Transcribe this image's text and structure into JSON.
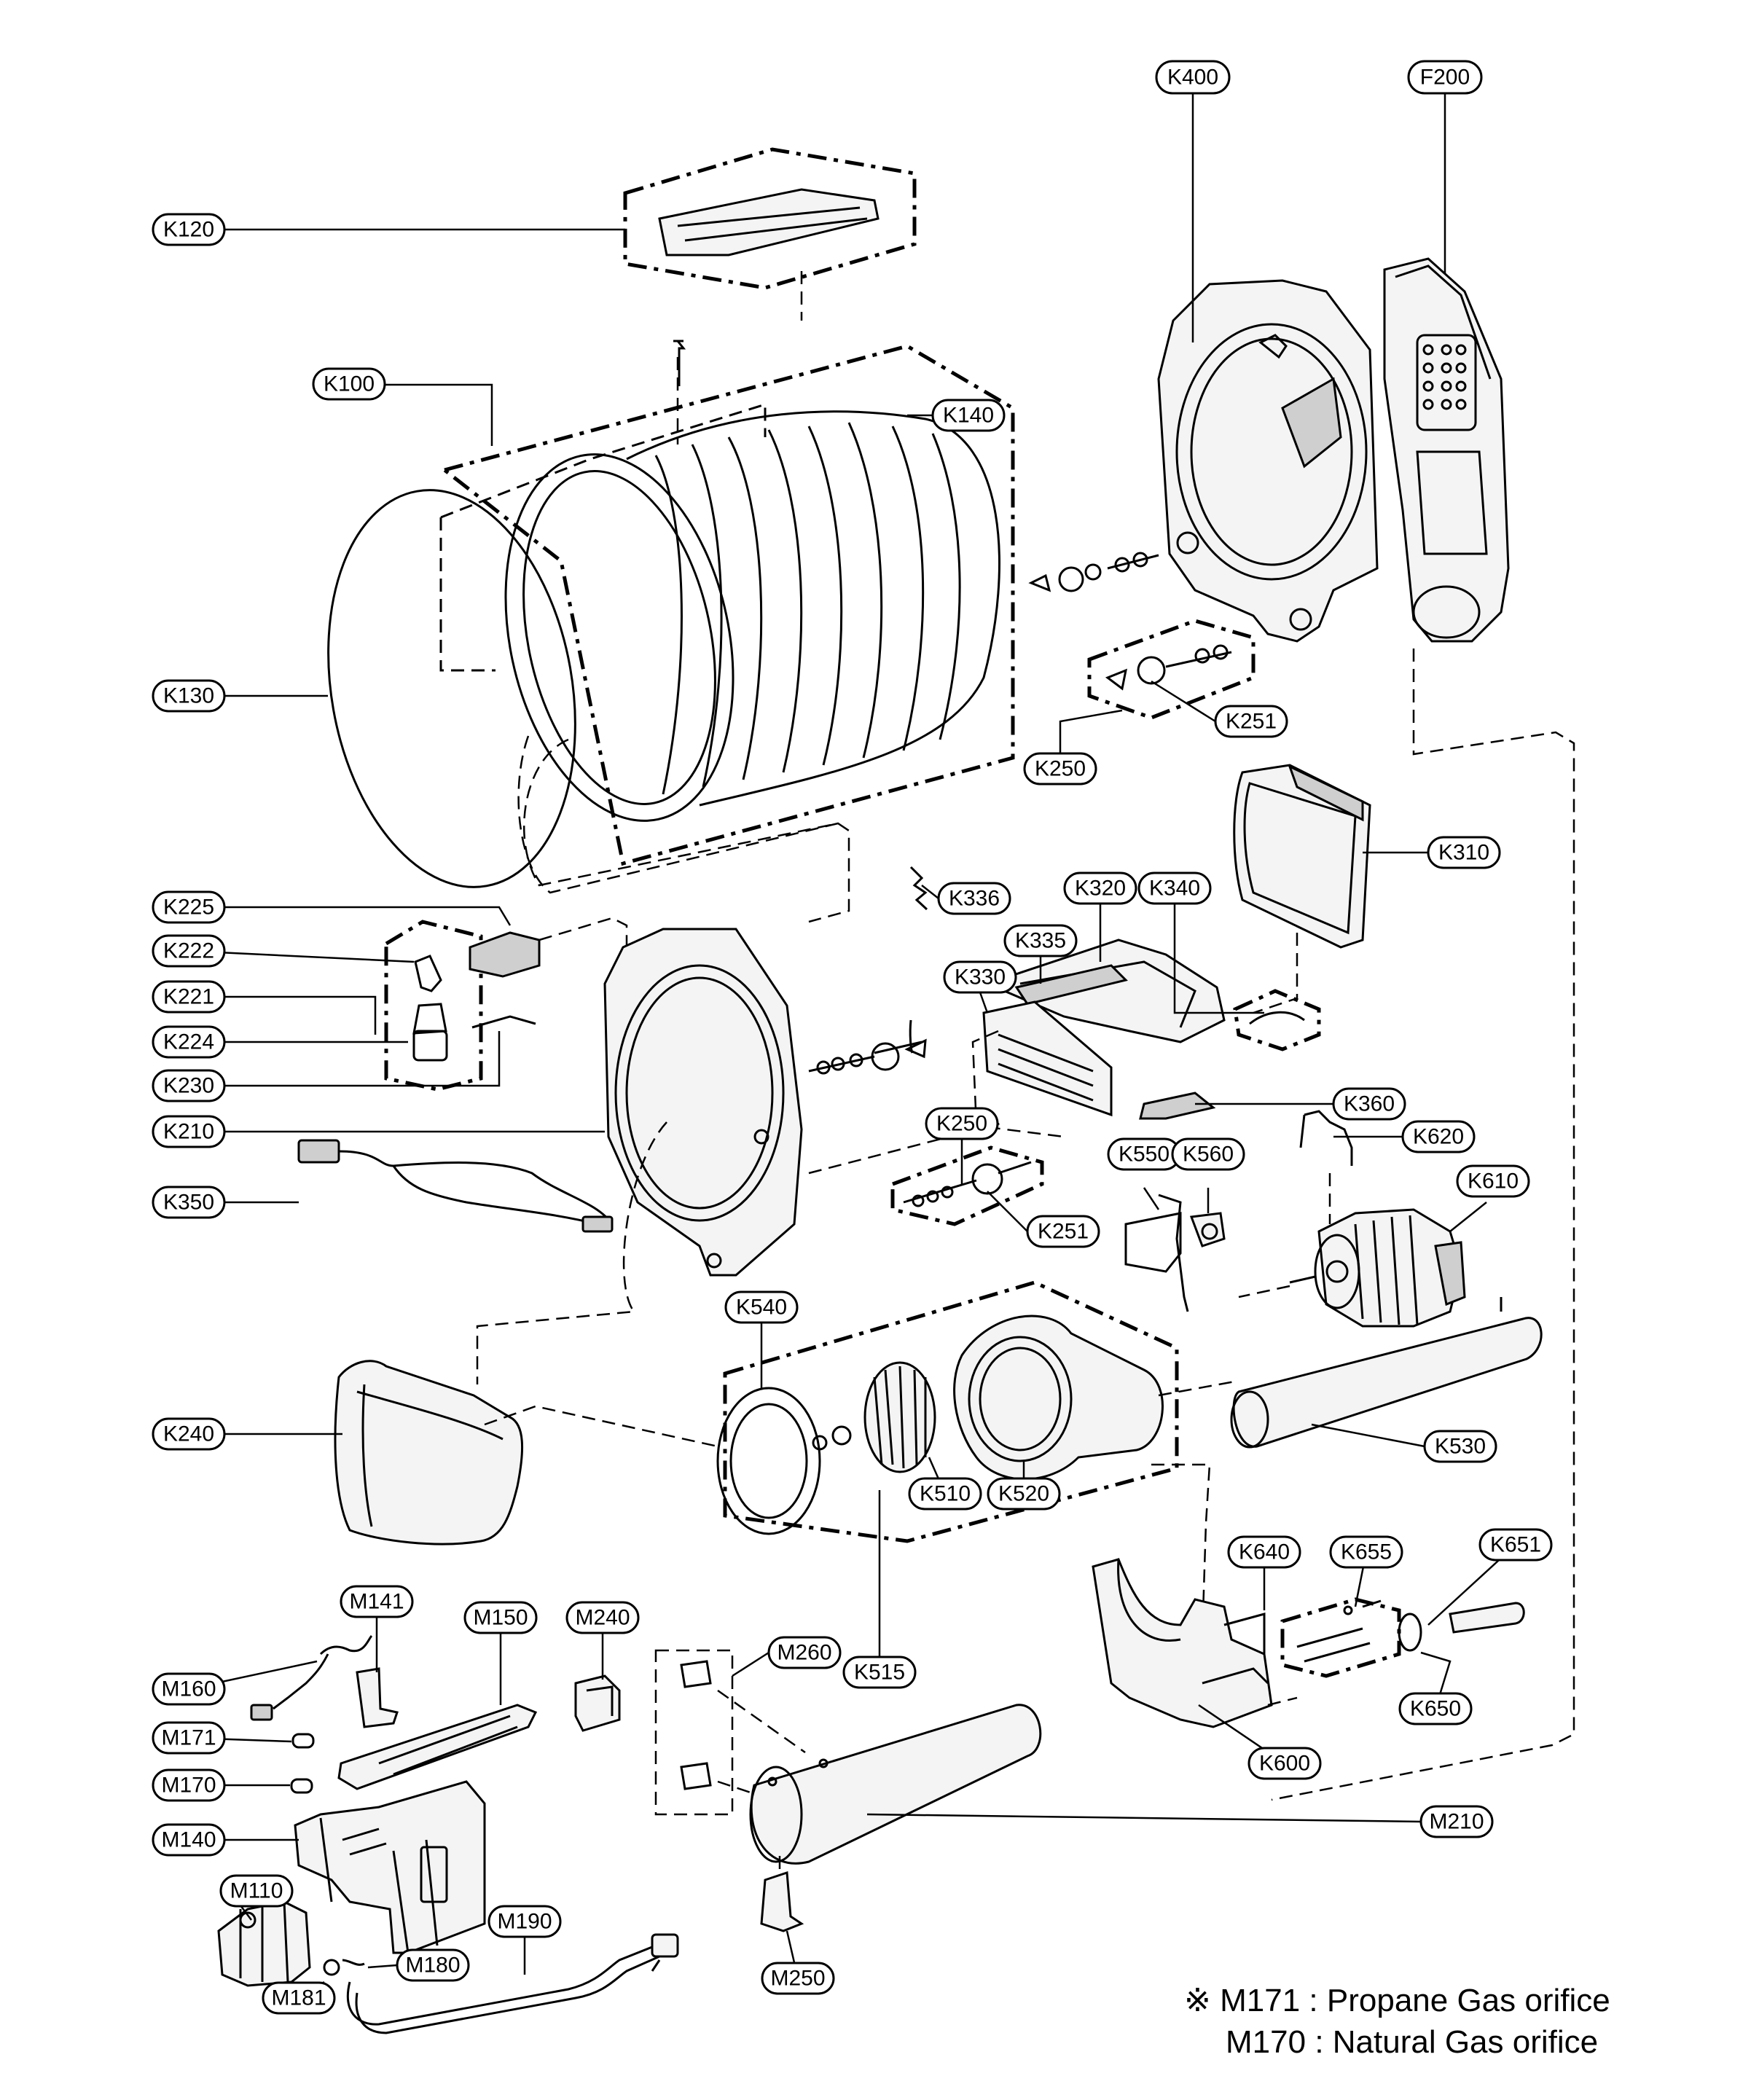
{
  "diagram": {
    "labels": {
      "K400": "K400",
      "F200": "F200",
      "K120": "K120",
      "K100": "K100",
      "K140": "K140",
      "K130": "K130",
      "K251a": "K251",
      "K250a": "K250",
      "K310": "K310",
      "K225": "K225",
      "K336": "K336",
      "K320": "K320",
      "K340": "K340",
      "K222": "K222",
      "K335": "K335",
      "K330": "K330",
      "K221": "K221",
      "K224": "K224",
      "K230": "K230",
      "K360": "K360",
      "K210": "K210",
      "K620": "K620",
      "K250b": "K250",
      "K550": "K550",
      "K560": "K560",
      "K610": "K610",
      "K350": "K350",
      "K251b": "K251",
      "K540": "K540",
      "K240": "K240",
      "K530": "K530",
      "K510": "K510",
      "K520": "K520",
      "K640": "K640",
      "K655": "K655",
      "K651": "K651",
      "M141": "M141",
      "M150": "M150",
      "M240": "M240",
      "M260": "M260",
      "K515": "K515",
      "M160": "M160",
      "K650": "K650",
      "M171": "M171",
      "K600": "K600",
      "M170": "M170",
      "M210": "M210",
      "M140": "M140",
      "M110": "M110",
      "M190": "M190",
      "M180": "M180",
      "M250": "M250",
      "M181": "M181"
    },
    "notes": {
      "mark": "※",
      "line1_code": "M171",
      "line1_text": ": Propane Gas orifice",
      "line2_code": "M170",
      "line2_text": ": Natural Gas orifice"
    }
  }
}
